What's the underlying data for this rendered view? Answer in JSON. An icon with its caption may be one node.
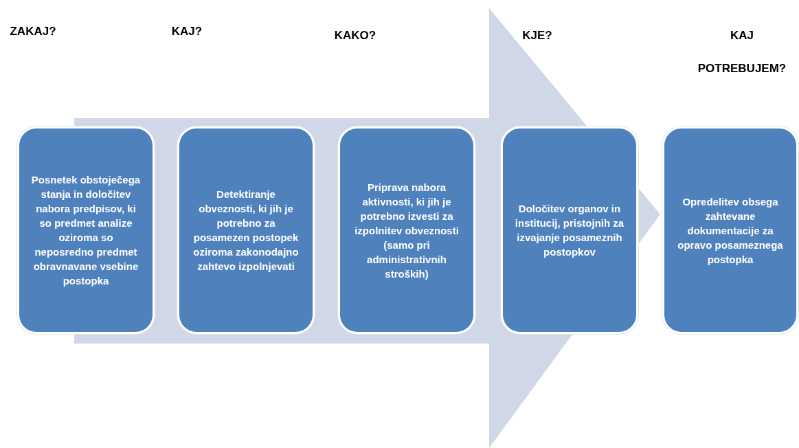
{
  "diagram": {
    "nodes": [
      {
        "text": [],
        "shape": "arrow"
      },
      {
        "text": [
          "Posnetek obstoječega stanja in določitev nabora predpisov, ki so predmet analize oziroma so neposredno predmet obravnavane vsebine postopka"
        ]
      },
      {
        "in": 0,
        "text": [
          "Detektiranje obveznosti, ki jih je potrebno za posamezen postopek oziroma zakonodajno zahtevo izpolnjevati"
        ]
      },
      {
        "in": 0,
        "text": [
          "Priprava nabora aktivnosti, ki jih je potrebno izvesti za izpolnitev obveznosti (samo pri administrativnih stroških)"
        ]
      },
      {
        "in": 0,
        "text": [
          "Določitev organov in institucij, pristojnih za izvajanje posameznih postopkov"
        ]
      },
      {
        "text": [
          "Opredelitev obsega zahtevane dokumentacije za opravo posameznega postopka"
        ]
      }
    ],
    "edges": [],
    "labels": [
      "ZAKAJ?",
      "KAJ?",
      "KAKO?",
      "KJE?",
      "KAJ POTREBUJEM?"
    ]
  }
}
